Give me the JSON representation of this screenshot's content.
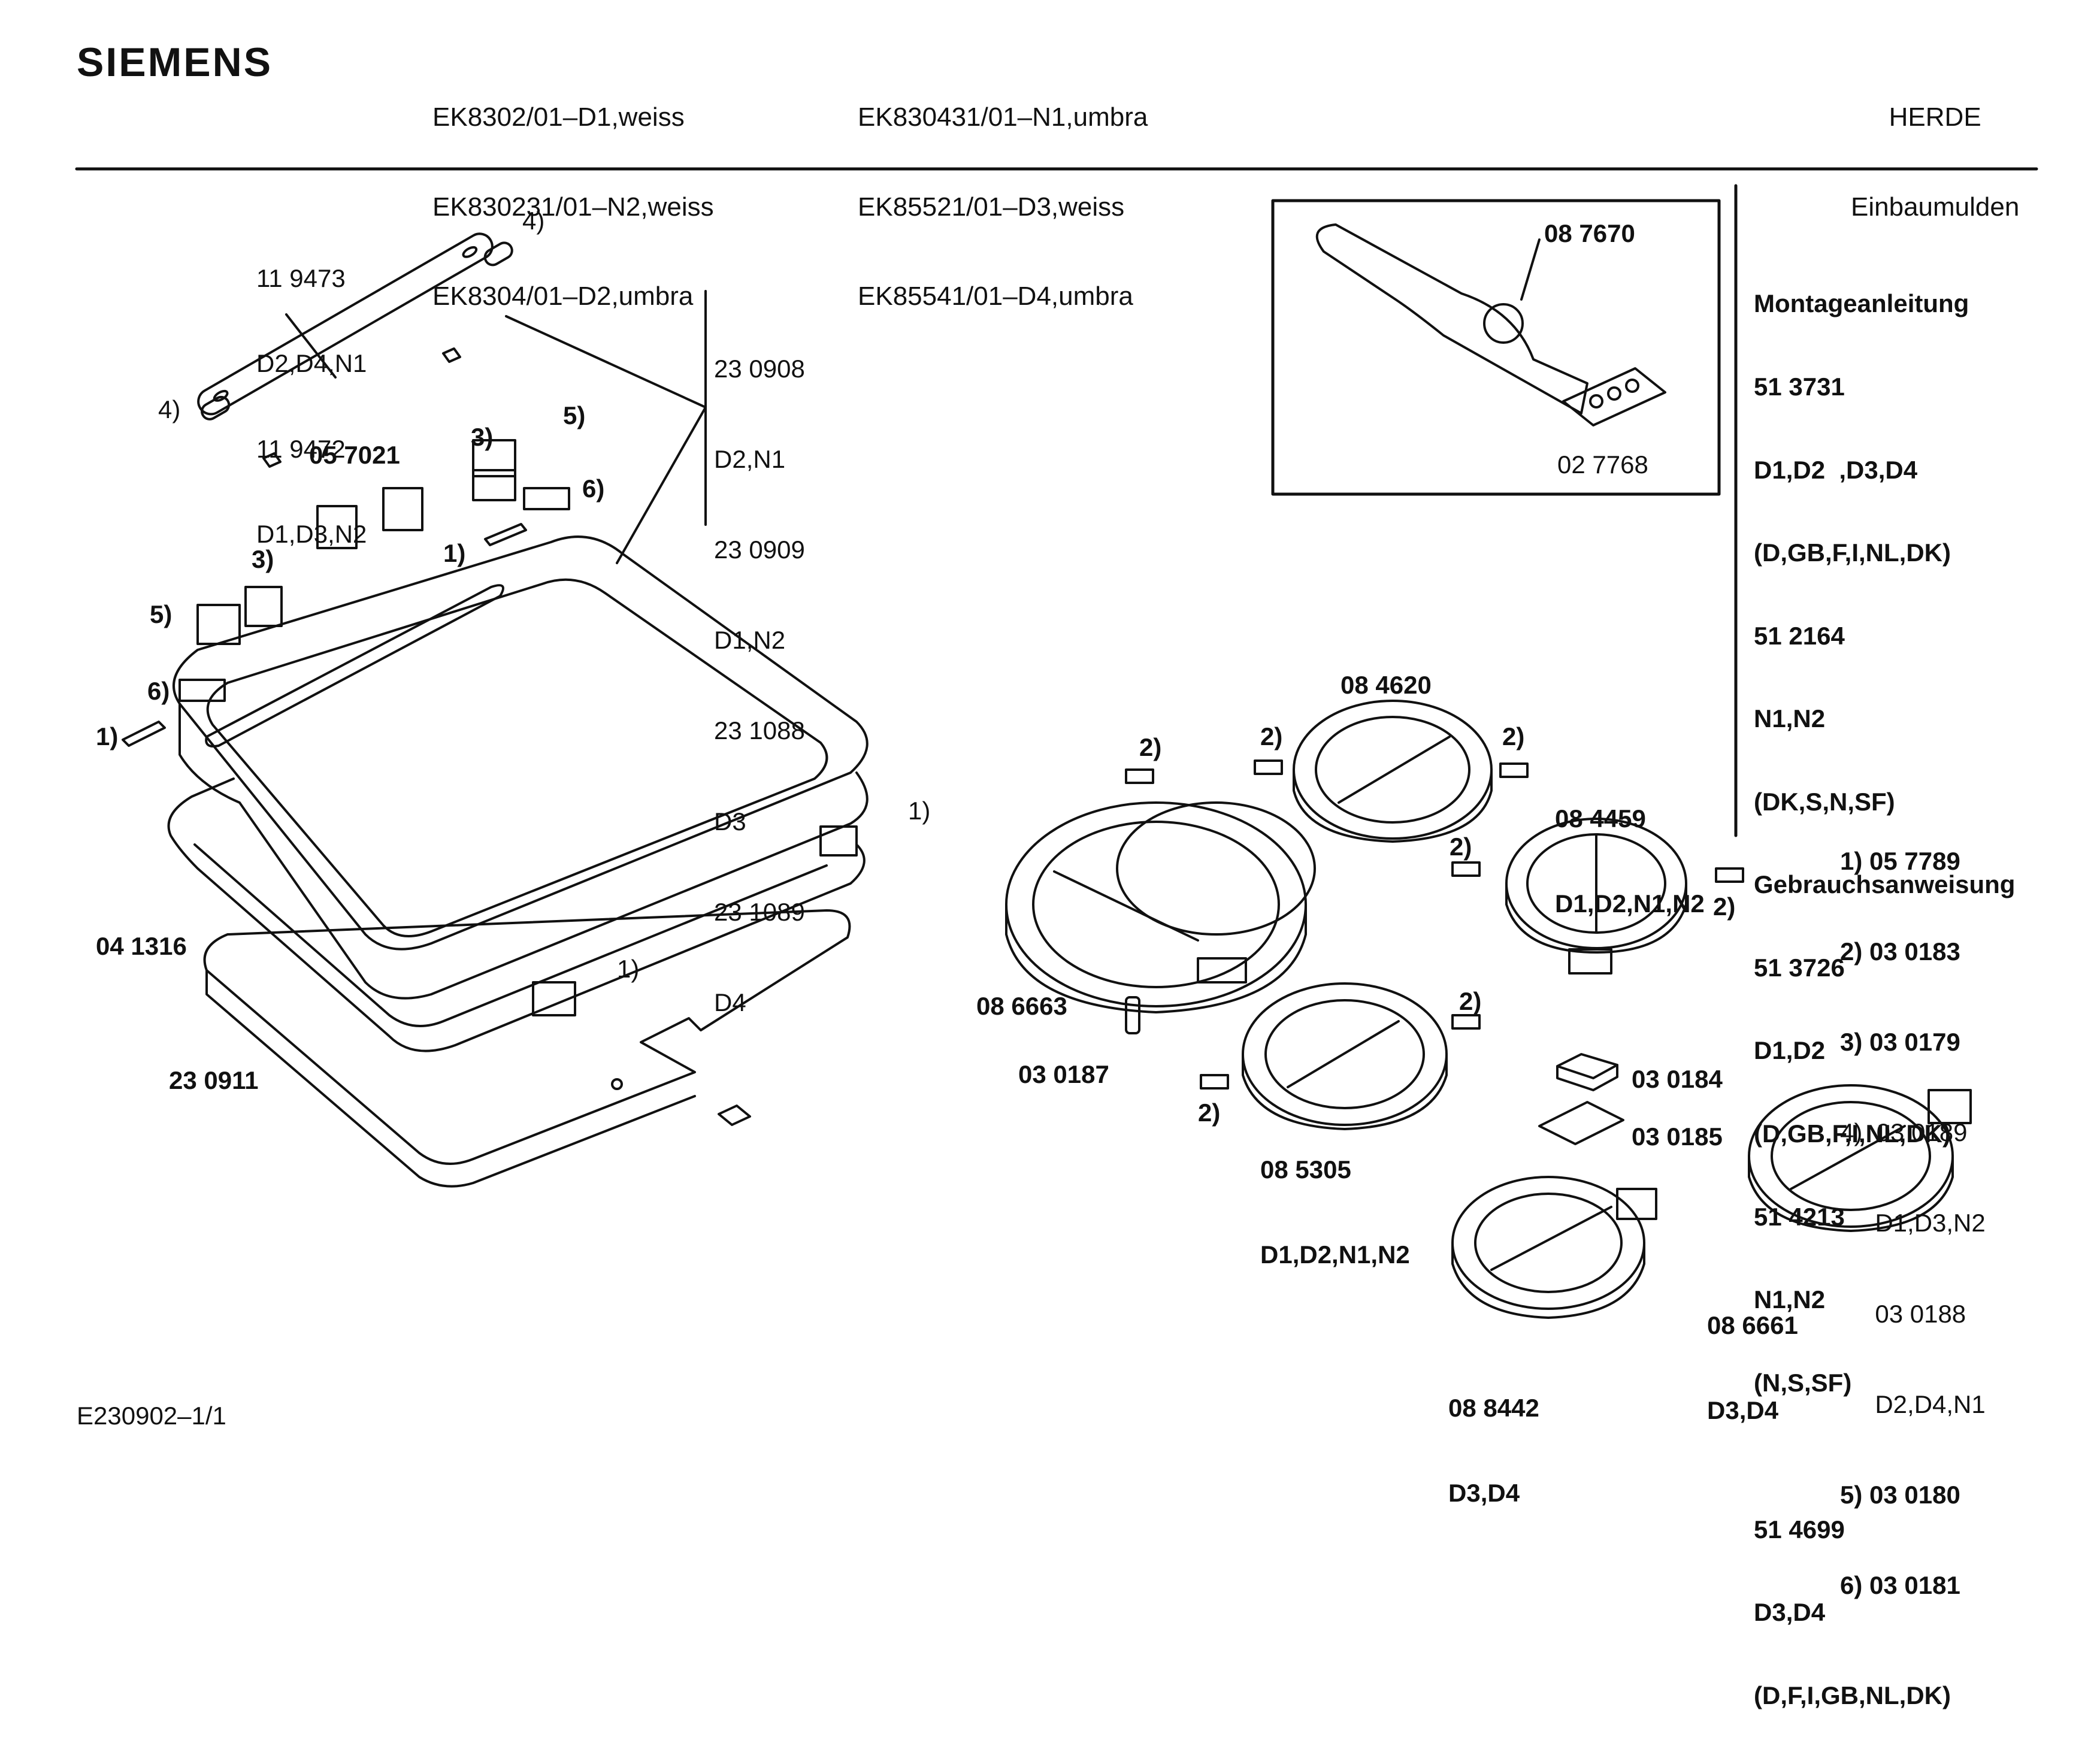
{
  "brand": "SIEMENS",
  "models": {
    "col1": [
      "EK8302/01–D1,weiss",
      "EK830231/01–N2,weiss",
      "EK8304/01–D2,umbra"
    ],
    "col2": [
      "EK830431/01–N1,umbra",
      "EK85521/01–D3,weiss",
      "EK85541/01–D4,umbra"
    ]
  },
  "category": [
    "HERDE",
    "Einbaumulden"
  ],
  "frame_labels": {
    "strip_parts": [
      "11 9473",
      "D2,D4,N1",
      "11 9472",
      "D1,D3,N2"
    ],
    "frame_parts": [
      "23 0908",
      "D2,N1",
      "23 0909",
      "D1,N2",
      "23 1088",
      "D3",
      "23 1089",
      "D4"
    ],
    "clip_057021": "05 7021",
    "seal_041316": "04 1316",
    "tray_230911": "23 0911",
    "callout_1": "1)",
    "callout_2": "2)",
    "callout_3": "3)",
    "callout_4": "4)",
    "callout_5": "5)",
    "callout_6": "6)"
  },
  "tool_box": {
    "tool_part": "08 7670",
    "gasket_part": "02 7768"
  },
  "heater_labels": {
    "h084620": "08 4620",
    "h084459": [
      "08 4459",
      "D1,D2,N1,N2"
    ],
    "h086663": "08 6663",
    "h030187": "03 0187",
    "h085305": [
      "08 5305",
      "D1,D2,N1,N2"
    ],
    "h030184": "03 0184",
    "h030185": "03 0185",
    "h088442": [
      "08 8442",
      "D3,D4"
    ],
    "h086661": [
      "08 6661",
      "D3,D4"
    ]
  },
  "docs": {
    "lines": [
      {
        "text": "Montageanleitung",
        "bold": true
      },
      {
        "text": "51 3731",
        "bold": true
      },
      {
        "text": "D1,D2  ,D3,D4",
        "bold": true
      },
      {
        "text": "(D,GB,F,I,NL,DK)",
        "bold": true
      },
      {
        "text": "51 2164",
        "bold": true
      },
      {
        "text": "N1,N2",
        "bold": true
      },
      {
        "text": "(DK,S,N,SF)",
        "bold": true
      },
      {
        "text": "Gebrauchsanweisung",
        "bold": true
      },
      {
        "text": "51 3726",
        "bold": true
      },
      {
        "text": "D1,D2",
        "bold": true
      },
      {
        "text": "(D,GB,F,I,NL,DK)",
        "bold": true
      },
      {
        "text": "51 4213",
        "bold": true
      },
      {
        "text": "N1,N2",
        "bold": true
      },
      {
        "text": "(N,S,SF)",
        "bold": true
      }
    ],
    "extra": [
      "51 4699",
      "D3,D4",
      "(D,F,I,GB,NL,DK)"
    ]
  },
  "legend": [
    {
      "text": "1) 05 7789",
      "bold": true
    },
    {
      "text": "2) 03 0183",
      "bold": true
    },
    {
      "text": "3) 03 0179",
      "bold": true
    },
    {
      "text": "4)  03 0189",
      "bold": false
    },
    {
      "text": "     D1,D3,N2",
      "bold": false
    },
    {
      "text": "     03 0188",
      "bold": false
    },
    {
      "text": "     D2,D4,N1",
      "bold": false
    },
    {
      "text": "5) 03 0180",
      "bold": true
    },
    {
      "text": "6) 03 0181",
      "bold": true
    }
  ],
  "footer": "E230902–1/1"
}
